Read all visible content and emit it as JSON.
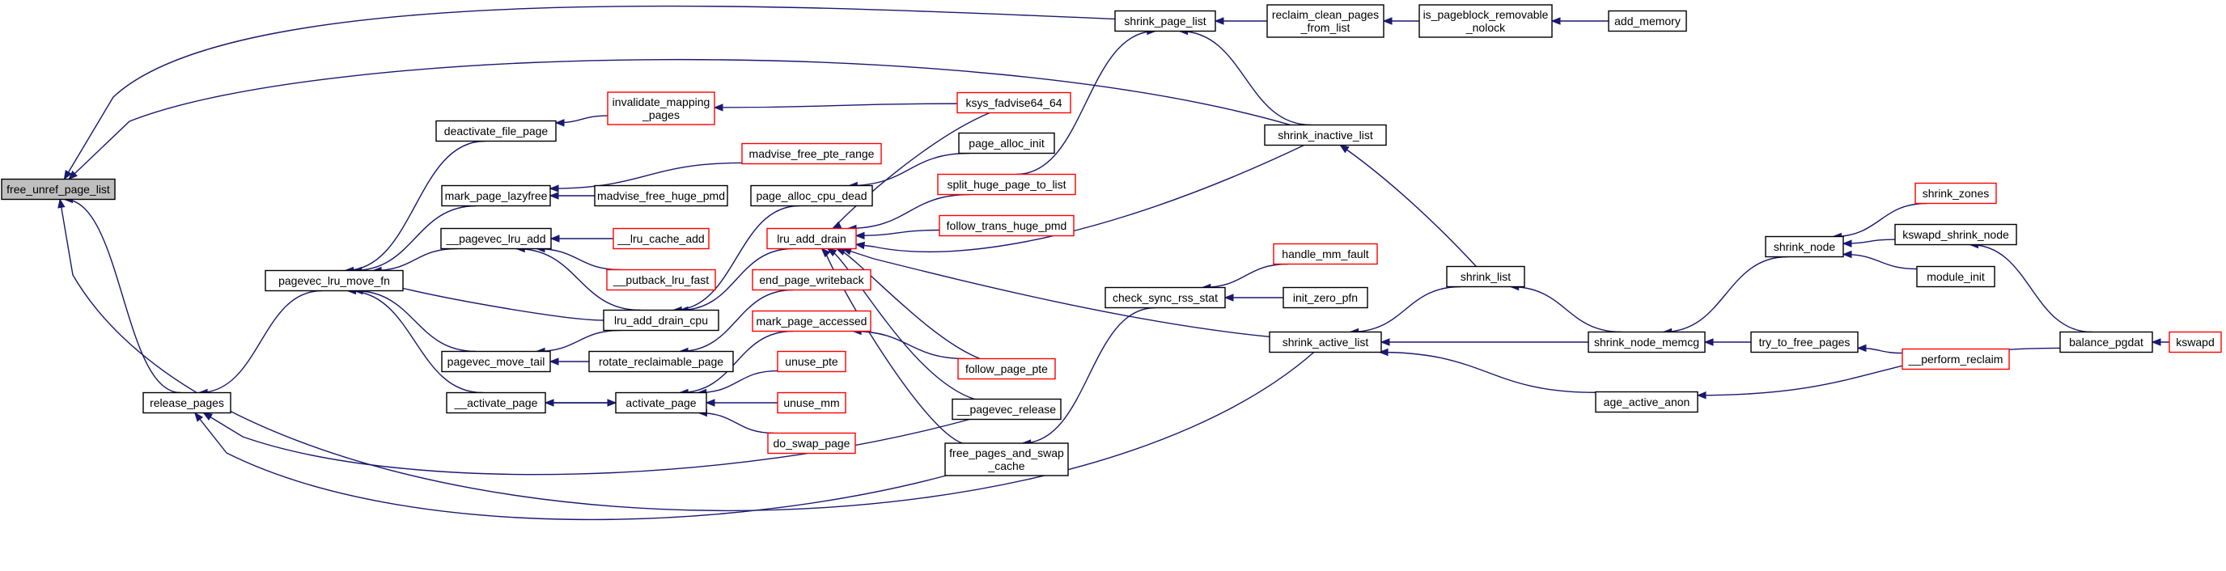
{
  "graph": {
    "root": "free_unref_page_list",
    "nodes": [
      {
        "id": "free_unref_page_list",
        "lines": [
          "free_unref_page_list"
        ],
        "style": "root"
      },
      {
        "id": "release_pages",
        "lines": [
          "release_pages"
        ],
        "style": "black"
      },
      {
        "id": "pagevec_lru_move_fn",
        "lines": [
          "pagevec_lru_move_fn"
        ],
        "style": "black"
      },
      {
        "id": "deactivate_file_page",
        "lines": [
          "deactivate_file_page"
        ],
        "style": "black"
      },
      {
        "id": "mark_page_lazyfree",
        "lines": [
          "mark_page_lazyfree"
        ],
        "style": "black"
      },
      {
        "id": "__pagevec_lru_add",
        "lines": [
          "__pagevec_lru_add"
        ],
        "style": "black"
      },
      {
        "id": "pagevec_move_tail",
        "lines": [
          "pagevec_move_tail"
        ],
        "style": "black"
      },
      {
        "id": "__activate_page",
        "lines": [
          "__activate_page"
        ],
        "style": "black"
      },
      {
        "id": "invalidate_mapping_pages",
        "lines": [
          "invalidate_mapping",
          "_pages"
        ],
        "style": "red"
      },
      {
        "id": "madvise_free_pte_range",
        "lines": [
          "madvise_free_pte_range"
        ],
        "style": "red"
      },
      {
        "id": "madvise_free_huge_pmd",
        "lines": [
          "madvise_free_huge_pmd"
        ],
        "style": "black"
      },
      {
        "id": "__lru_cache_add",
        "lines": [
          "__lru_cache_add"
        ],
        "style": "red"
      },
      {
        "id": "__putback_lru_fast",
        "lines": [
          "__putback_lru_fast"
        ],
        "style": "red"
      },
      {
        "id": "lru_add_drain_cpu",
        "lines": [
          "lru_add_drain_cpu"
        ],
        "style": "black"
      },
      {
        "id": "rotate_reclaimable_page",
        "lines": [
          "rotate_reclaimable_page"
        ],
        "style": "black"
      },
      {
        "id": "activate_page",
        "lines": [
          "activate_page"
        ],
        "style": "black"
      },
      {
        "id": "page_alloc_cpu_dead",
        "lines": [
          "page_alloc_cpu_dead"
        ],
        "style": "black"
      },
      {
        "id": "lru_add_drain",
        "lines": [
          "lru_add_drain"
        ],
        "style": "red"
      },
      {
        "id": "end_page_writeback",
        "lines": [
          "end_page_writeback"
        ],
        "style": "red"
      },
      {
        "id": "mark_page_accessed",
        "lines": [
          "mark_page_accessed"
        ],
        "style": "red"
      },
      {
        "id": "unuse_pte",
        "lines": [
          "unuse_pte"
        ],
        "style": "red"
      },
      {
        "id": "unuse_mm",
        "lines": [
          "unuse_mm"
        ],
        "style": "red"
      },
      {
        "id": "do_swap_page",
        "lines": [
          "do_swap_page"
        ],
        "style": "red"
      },
      {
        "id": "shrink_page_list",
        "lines": [
          "shrink_page_list"
        ],
        "style": "black"
      },
      {
        "id": "ksys_fadvise64_64",
        "lines": [
          "ksys_fadvise64_64"
        ],
        "style": "red"
      },
      {
        "id": "page_alloc_init",
        "lines": [
          "page_alloc_init"
        ],
        "style": "black"
      },
      {
        "id": "split_huge_page_to_list",
        "lines": [
          "split_huge_page_to_list"
        ],
        "style": "red"
      },
      {
        "id": "follow_trans_huge_pmd",
        "lines": [
          "follow_trans_huge_pmd"
        ],
        "style": "red"
      },
      {
        "id": "follow_page_pte",
        "lines": [
          "follow_page_pte"
        ],
        "style": "red"
      },
      {
        "id": "__pagevec_release",
        "lines": [
          "__pagevec_release"
        ],
        "style": "black"
      },
      {
        "id": "free_pages_and_swap_cache",
        "lines": [
          "free_pages_and_swap",
          "_cache"
        ],
        "style": "black"
      },
      {
        "id": "check_sync_rss_stat",
        "lines": [
          "check_sync_rss_stat"
        ],
        "style": "black"
      },
      {
        "id": "handle_mm_fault",
        "lines": [
          "handle_mm_fault"
        ],
        "style": "red"
      },
      {
        "id": "init_zero_pfn",
        "lines": [
          "init_zero_pfn"
        ],
        "style": "black"
      },
      {
        "id": "reclaim_clean_pages_from_list",
        "lines": [
          "reclaim_clean_pages",
          "_from_list"
        ],
        "style": "black"
      },
      {
        "id": "is_pageblock_removable_nolock",
        "lines": [
          "is_pageblock_removable",
          "_nolock"
        ],
        "style": "black"
      },
      {
        "id": "add_memory",
        "lines": [
          "add_memory"
        ],
        "style": "black"
      },
      {
        "id": "shrink_inactive_list",
        "lines": [
          "shrink_inactive_list"
        ],
        "style": "black"
      },
      {
        "id": "shrink_active_list",
        "lines": [
          "shrink_active_list"
        ],
        "style": "black"
      },
      {
        "id": "shrink_list",
        "lines": [
          "shrink_list"
        ],
        "style": "black"
      },
      {
        "id": "shrink_node_memcg",
        "lines": [
          "shrink_node_memcg"
        ],
        "style": "black"
      },
      {
        "id": "age_active_anon",
        "lines": [
          "age_active_anon"
        ],
        "style": "black"
      },
      {
        "id": "shrink_node",
        "lines": [
          "shrink_node"
        ],
        "style": "black"
      },
      {
        "id": "try_to_free_pages",
        "lines": [
          "try_to_free_pages"
        ],
        "style": "black"
      },
      {
        "id": "__perform_reclaim",
        "lines": [
          "__perform_reclaim"
        ],
        "style": "red"
      },
      {
        "id": "shrink_zones",
        "lines": [
          "shrink_zones"
        ],
        "style": "red"
      },
      {
        "id": "kswapd_shrink_node",
        "lines": [
          "kswapd_shrink_node"
        ],
        "style": "black"
      },
      {
        "id": "module_init",
        "lines": [
          "module_init"
        ],
        "style": "black"
      },
      {
        "id": "balance_pgdat",
        "lines": [
          "balance_pgdat"
        ],
        "style": "black"
      },
      {
        "id": "kswapd",
        "lines": [
          "kswapd"
        ],
        "style": "red"
      }
    ],
    "edges": [
      {
        "from": "release_pages",
        "to": "free_unref_page_list"
      },
      {
        "from": "shrink_page_list",
        "to": "free_unref_page_list"
      },
      {
        "from": "shrink_inactive_list",
        "to": "free_unref_page_list"
      },
      {
        "from": "shrink_active_list",
        "to": "free_unref_page_list"
      },
      {
        "from": "pagevec_lru_move_fn",
        "to": "release_pages"
      },
      {
        "from": "free_pages_and_swap_cache",
        "to": "release_pages"
      },
      {
        "from": "__pagevec_release",
        "to": "release_pages"
      },
      {
        "from": "deactivate_file_page",
        "to": "pagevec_lru_move_fn"
      },
      {
        "from": "mark_page_lazyfree",
        "to": "pagevec_lru_move_fn"
      },
      {
        "from": "__pagevec_lru_add",
        "to": "pagevec_lru_move_fn"
      },
      {
        "from": "lru_add_drain_cpu",
        "to": "pagevec_lru_move_fn"
      },
      {
        "from": "pagevec_move_tail",
        "to": "pagevec_lru_move_fn"
      },
      {
        "from": "__activate_page",
        "to": "pagevec_lru_move_fn"
      },
      {
        "from": "invalidate_mapping_pages",
        "to": "deactivate_file_page"
      },
      {
        "from": "madvise_free_pte_range",
        "to": "mark_page_lazyfree"
      },
      {
        "from": "madvise_free_huge_pmd",
        "to": "mark_page_lazyfree"
      },
      {
        "from": "__lru_cache_add",
        "to": "__pagevec_lru_add"
      },
      {
        "from": "__putback_lru_fast",
        "to": "__pagevec_lru_add"
      },
      {
        "from": "lru_add_drain_cpu",
        "to": "__pagevec_lru_add"
      },
      {
        "from": "lru_add_drain_cpu",
        "to": "pagevec_move_tail"
      },
      {
        "from": "rotate_reclaimable_page",
        "to": "pagevec_move_tail"
      },
      {
        "from": "activate_page",
        "to": "__activate_page"
      },
      {
        "from": "__activate_page",
        "to": "activate_page"
      },
      {
        "from": "page_alloc_cpu_dead",
        "to": "lru_add_drain_cpu"
      },
      {
        "from": "lru_add_drain",
        "to": "lru_add_drain_cpu"
      },
      {
        "from": "end_page_writeback",
        "to": "rotate_reclaimable_page"
      },
      {
        "from": "mark_page_accessed",
        "to": "activate_page"
      },
      {
        "from": "unuse_pte",
        "to": "activate_page"
      },
      {
        "from": "unuse_mm",
        "to": "activate_page"
      },
      {
        "from": "do_swap_page",
        "to": "activate_page"
      },
      {
        "from": "ksys_fadvise64_64",
        "to": "invalidate_mapping_pages"
      },
      {
        "from": "page_alloc_init",
        "to": "page_alloc_cpu_dead"
      },
      {
        "from": "ksys_fadvise64_64",
        "to": "lru_add_drain"
      },
      {
        "from": "split_huge_page_to_list",
        "to": "lru_add_drain"
      },
      {
        "from": "follow_trans_huge_pmd",
        "to": "lru_add_drain"
      },
      {
        "from": "follow_page_pte",
        "to": "lru_add_drain"
      },
      {
        "from": "__pagevec_release",
        "to": "lru_add_drain"
      },
      {
        "from": "free_pages_and_swap_cache",
        "to": "lru_add_drain"
      },
      {
        "from": "shrink_inactive_list",
        "to": "lru_add_drain"
      },
      {
        "from": "shrink_active_list",
        "to": "lru_add_drain"
      },
      {
        "from": "follow_page_pte",
        "to": "mark_page_accessed"
      },
      {
        "from": "split_huge_page_to_list",
        "to": "shrink_page_list"
      },
      {
        "from": "reclaim_clean_pages_from_list",
        "to": "shrink_page_list"
      },
      {
        "from": "shrink_inactive_list",
        "to": "shrink_page_list"
      },
      {
        "from": "is_pageblock_removable_nolock",
        "to": "reclaim_clean_pages_from_list"
      },
      {
        "from": "add_memory",
        "to": "is_pageblock_removable_nolock"
      },
      {
        "from": "shrink_list",
        "to": "shrink_inactive_list"
      },
      {
        "from": "shrink_list",
        "to": "shrink_active_list"
      },
      {
        "from": "shrink_node_memcg",
        "to": "shrink_list"
      },
      {
        "from": "shrink_node_memcg",
        "to": "shrink_active_list"
      },
      {
        "from": "age_active_anon",
        "to": "shrink_active_list"
      },
      {
        "from": "check_sync_rss_stat",
        "to": "free_pages_and_swap_cache"
      },
      {
        "from": "handle_mm_fault",
        "to": "check_sync_rss_stat"
      },
      {
        "from": "init_zero_pfn",
        "to": "check_sync_rss_stat"
      },
      {
        "from": "shrink_node",
        "to": "shrink_node_memcg"
      },
      {
        "from": "try_to_free_pages",
        "to": "shrink_node_memcg"
      },
      {
        "from": "__perform_reclaim",
        "to": "try_to_free_pages"
      },
      {
        "from": "shrink_zones",
        "to": "shrink_node"
      },
      {
        "from": "kswapd_shrink_node",
        "to": "shrink_node"
      },
      {
        "from": "module_init",
        "to": "shrink_node"
      },
      {
        "from": "balance_pgdat",
        "to": "kswapd_shrink_node"
      },
      {
        "from": "balance_pgdat",
        "to": "age_active_anon"
      },
      {
        "from": "kswapd",
        "to": "balance_pgdat"
      }
    ]
  }
}
